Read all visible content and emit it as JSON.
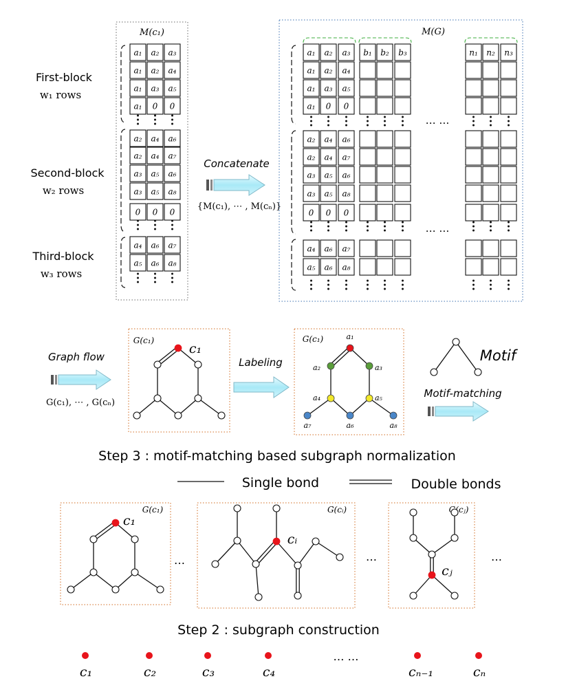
{
  "left_matrix": {
    "title": "M(c₁)",
    "blocks": [
      {
        "label": "First-block",
        "rows_label": "w₁ rows",
        "rows": [
          [
            "a₁",
            "a₂",
            "a₃"
          ],
          [
            "a₁",
            "a₂",
            "a₄"
          ],
          [
            "a₁",
            "a₃",
            "a₅"
          ],
          [
            "a₁",
            "0",
            "0"
          ]
        ]
      },
      {
        "label": "Second-block",
        "rows_label": "w₂  rows",
        "rows": [
          [
            "a₂",
            "a₄",
            "a₆"
          ],
          [
            "a₂",
            "a₄",
            "a₇"
          ],
          [
            "a₃",
            "a₅",
            "a₆"
          ],
          [
            "a₃",
            "a₅",
            "a₈"
          ],
          [
            "0",
            "0",
            "0"
          ]
        ]
      },
      {
        "label": "Third-block",
        "rows_label": "w₃  rows",
        "rows": [
          [
            "a₄",
            "a₆",
            "a₇"
          ],
          [
            "a₅",
            "a₆",
            "a₈"
          ]
        ]
      }
    ]
  },
  "concat": {
    "label": "Concatenate",
    "formula": "{M(c₁), ⋯ , M(cₙ)}"
  },
  "right_matrix": {
    "title": "M(G)",
    "group_headers": [
      [
        "a₁",
        "a₂",
        "a₃"
      ],
      [
        "b₁",
        "b₂",
        "b₃"
      ],
      [
        "n₁",
        "n₂",
        "n₃"
      ]
    ],
    "ellipsis": "… …"
  },
  "graph_flow": {
    "label": "Graph flow",
    "formula": "G(c₁), ⋯ , G(cₙ)"
  },
  "graph_box": {
    "title": "G(c₁)",
    "center_label": "c₁"
  },
  "labeling": {
    "label": "Labeling"
  },
  "labeled_graph": {
    "title": "G(c₁)",
    "node_labels": [
      "a₁",
      "a₂",
      "a₃",
      "a₄",
      "a₅",
      "a₇",
      "a₆",
      "a₈"
    ],
    "colors": {
      "red": "#e8141b",
      "green": "#5a9e3a",
      "yellow": "#f2e82a",
      "blue": "#4a86c8"
    }
  },
  "motif": {
    "label": "Motif",
    "matching_label": "Motif-matching"
  },
  "step3_caption": "Step 3 : motif-matching based subgraph normalization",
  "legend": {
    "single": "Single bond",
    "double": "Double bonds"
  },
  "subgraphs": [
    {
      "title": "G(c₁)",
      "center_label": "c₁"
    },
    {
      "title": "G(cᵢ)",
      "center_label": "cᵢ"
    },
    {
      "title": "G(cⱼ)",
      "center_label": "cⱼ"
    }
  ],
  "subgraph_ellipsis": "…",
  "step2_caption": "Step 2 : subgraph construction",
  "vertex_labels": [
    "c₁",
    "c₂",
    "c₃",
    "c₄",
    "… …",
    "cₙ₋₁",
    "cₙ"
  ]
}
